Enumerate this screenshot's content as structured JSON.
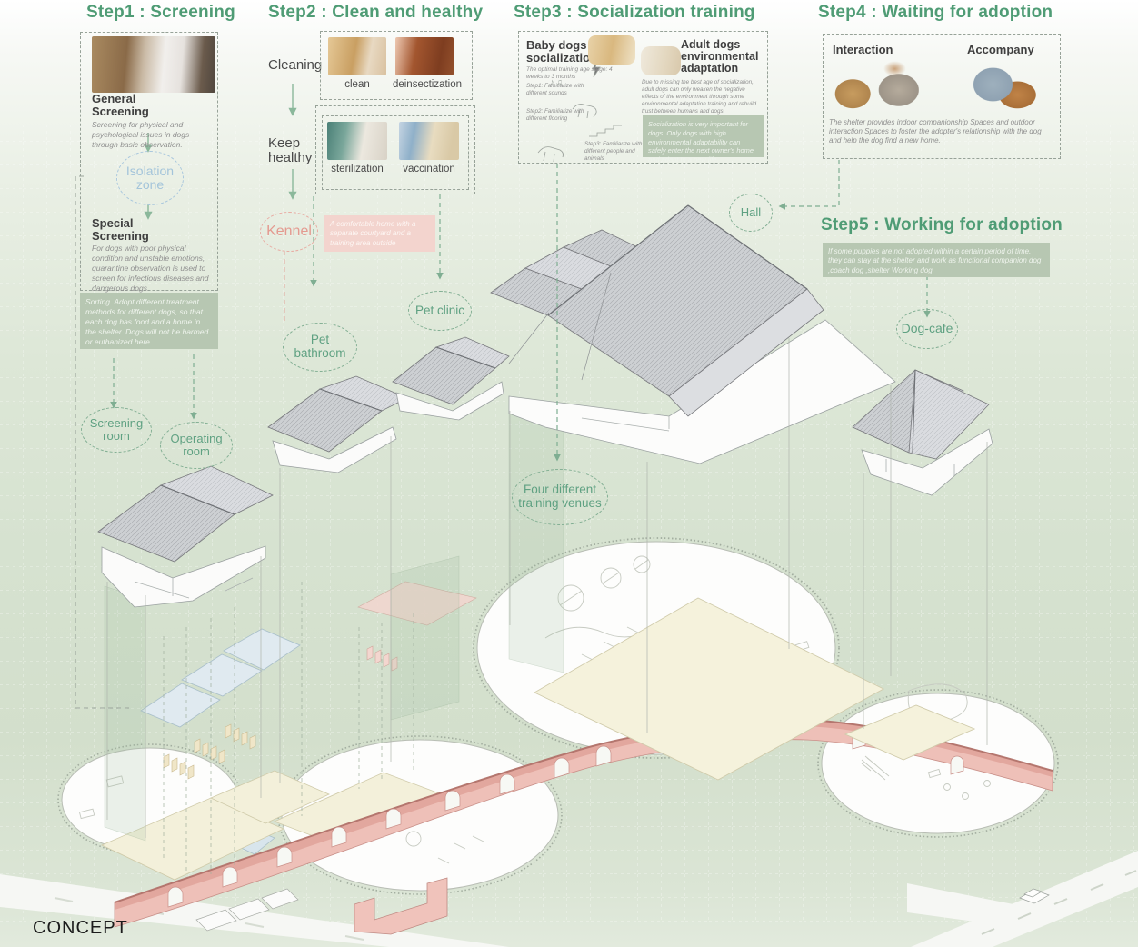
{
  "page": {
    "label": "CONCEPT"
  },
  "colors": {
    "accent_green": "#4f9c75",
    "label_green": "#5fa182",
    "isolation_blue": "#a3c4da",
    "kennel_pink": "#e49a90",
    "note_green_bg": "#b7c7b2",
    "note_pink_bg": "#f3d4ce",
    "wall_pink": "#eec0b8"
  },
  "step1": {
    "title": "Step1 : Screening",
    "general_heading": "General\nScreening",
    "general_body": "Screening for physical and psychological issues in dogs through basic observation.",
    "isolation_zone": "Isolation\nzone",
    "special_heading": "Special\nScreening",
    "special_body": "For dogs with poor physical condition and unstable emotions, quarantine observation is used to screen for infectious diseases and dangerous dogs.",
    "sorting_note": "Sorting. Adopt different treatment methods for different dogs, so that each dog has food and a home in the shelter. Dogs will not be harmed or euthanized here.",
    "screening_room": "Screening\nroom",
    "operating_room": "Operating\nroom"
  },
  "step2": {
    "title": "Step2 : Clean and healthy",
    "cleaning_label": "Cleaning",
    "clean_caption": "clean",
    "deinsectization_caption": "deinsectization",
    "keep_healthy_label": "Keep\nhealthy",
    "sterilization_caption": "sterilization",
    "vaccination_caption": "vaccination",
    "kennel_label": "Kennel",
    "kennel_note": "A comfortable home with a separate courtyard and a training area outside",
    "pet_bathroom": "Pet\nbathroom",
    "pet_clinic": "Pet clinic"
  },
  "step3": {
    "title": "Step3 : Socialization training",
    "baby": {
      "heading": "Baby dogs\nsocialization",
      "optimal": "The optimal training age stage: 4 weeks to 3 months",
      "doodle_notes": "♪ ♫",
      "steps": [
        "Step1: Familiarize with different sounds",
        "Step2: Familiarize with different flooring",
        "Step3: Familiarize with different people and animals"
      ]
    },
    "adult": {
      "heading": "Adult dogs\nenvironmental\nadaptation",
      "body": "Due to missing the best age of socialization, adult dogs can only weaken the negative effects of the environment through some environmental adaptation training and rebuild trust between humans and dogs"
    },
    "social_note": "Socialization is very important for dogs. Only dogs with high environmental adaptability can safely enter the next owner's home and adapt to a new life.",
    "hall_label": "Hall",
    "venues_label": "Four different\ntraining venues"
  },
  "step4": {
    "title": "Step4 : Waiting for adoption",
    "interaction_label": "Interaction",
    "accompany_label": "Accompany",
    "body": "The shelter provides indoor companionship Spaces and outdoor interaction Spaces to foster the adopter's relationship with the dog and help the dog find a new home."
  },
  "step5": {
    "title": "Step5 : Working for adoption",
    "note": "If some puppies are not adopted within a certain period of time, they can stay at the shelter and work as functional companion dog ,coach dog ,shelter Working dog.",
    "dog_cafe": "Dog-cafe"
  }
}
